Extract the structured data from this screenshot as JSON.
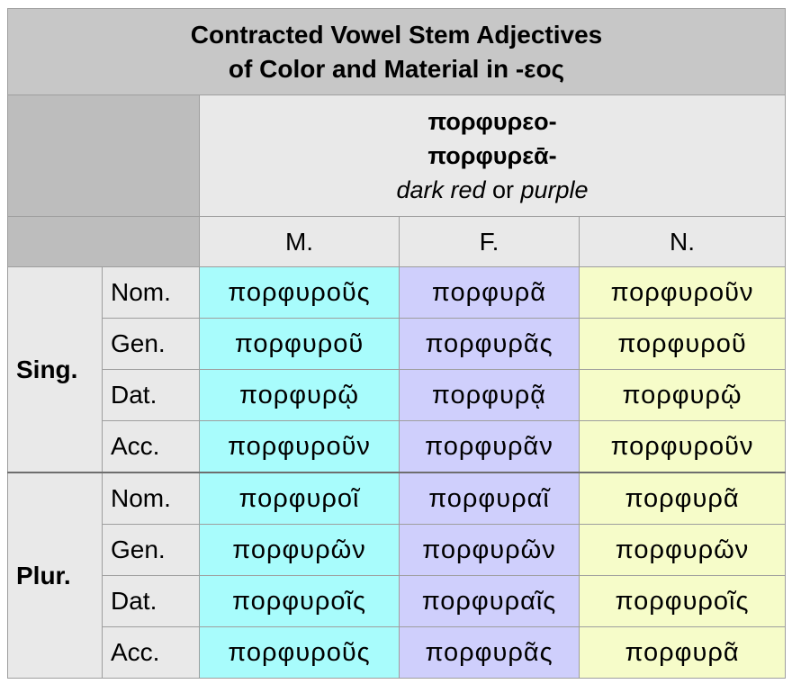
{
  "title_line1": "Contracted Vowel Stem Adjectives",
  "title_line2": "of Color and Material in -εος",
  "lemma": {
    "masc_stem": "πορφυρεο-",
    "fem_stem": "πορφυρεᾱ-",
    "gloss_word1": "dark red",
    "gloss_or": " or ",
    "gloss_word2": "purple"
  },
  "genders": [
    "M.",
    "F.",
    "N."
  ],
  "colors": {
    "masculine": "#a8fcfc",
    "feminine": "#cfcffc",
    "neuter": "#f6fcc9"
  },
  "numbers": [
    {
      "label": "Sing.",
      "rows": [
        {
          "case": "Nom.",
          "forms": [
            "πορφυροῦς",
            "πορφυρᾶ",
            "πορφυροῦν"
          ]
        },
        {
          "case": "Gen.",
          "forms": [
            "πορφυροῦ",
            "πορφυρᾶς",
            "πορφυροῦ"
          ]
        },
        {
          "case": "Dat.",
          "forms": [
            "πορφυρῷ",
            "πορφυρᾷ",
            "πορφυρῷ"
          ]
        },
        {
          "case": "Acc.",
          "forms": [
            "πορφυροῦν",
            "πορφυρᾶν",
            "πορφυροῦν"
          ]
        }
      ]
    },
    {
      "label": "Plur.",
      "rows": [
        {
          "case": "Nom.",
          "forms": [
            "πορφυροῖ",
            "πορφυραῖ",
            "πορφυρᾶ"
          ]
        },
        {
          "case": "Gen.",
          "forms": [
            "πορφυρῶν",
            "πορφυρῶν",
            "πορφυρῶν"
          ]
        },
        {
          "case": "Dat.",
          "forms": [
            "πορφυροῖς",
            "πορφυραῖς",
            "πορφυροῖς"
          ]
        },
        {
          "case": "Acc.",
          "forms": [
            "πορφυροῦς",
            "πορφυρᾶς",
            "πορφυρᾶ"
          ]
        }
      ]
    }
  ]
}
